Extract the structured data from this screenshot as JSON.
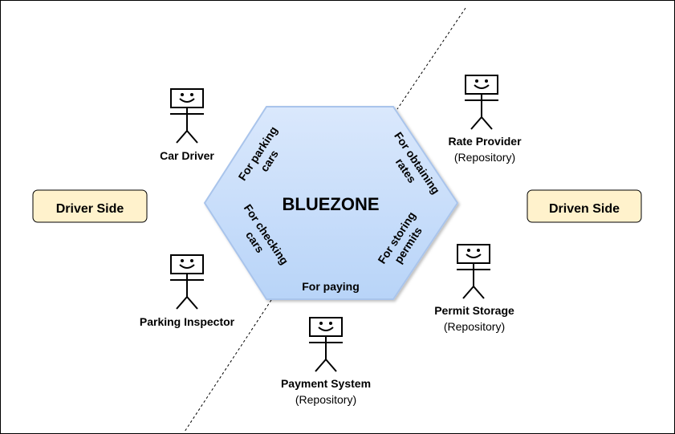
{
  "core": {
    "title": "BLUEZONE",
    "fill_top": "#dae8fc",
    "fill_bottom": "#b8d4f8",
    "stroke": "#a9c4eb"
  },
  "ports": [
    {
      "id": "parking",
      "lines": [
        "For parking",
        "cars"
      ]
    },
    {
      "id": "obtaining",
      "lines": [
        "For obtaining",
        "rates"
      ]
    },
    {
      "id": "checking",
      "lines": [
        "For checking",
        "cars"
      ]
    },
    {
      "id": "storing",
      "lines": [
        "For storing",
        "permits"
      ]
    },
    {
      "id": "paying",
      "lines": [
        "For paying"
      ]
    }
  ],
  "sides": {
    "driver": {
      "label": "Driver Side"
    },
    "driven": {
      "label": "Driven Side"
    },
    "fill": "#fff2cc"
  },
  "actors": [
    {
      "id": "car-driver",
      "name": "Car Driver",
      "role": ""
    },
    {
      "id": "parking-inspector",
      "name": "Parking Inspector",
      "role": ""
    },
    {
      "id": "rate-provider",
      "name": "Rate Provider",
      "role": "(Repository)"
    },
    {
      "id": "permit-storage",
      "name": "Permit Storage",
      "role": "(Repository)"
    },
    {
      "id": "payment-system",
      "name": "Payment System",
      "role": "(Repository)"
    }
  ]
}
